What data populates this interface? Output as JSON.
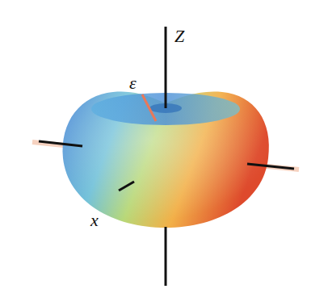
{
  "diagram": {
    "labels": [
      "Z",
      "ε",
      "x"
    ]
  }
}
